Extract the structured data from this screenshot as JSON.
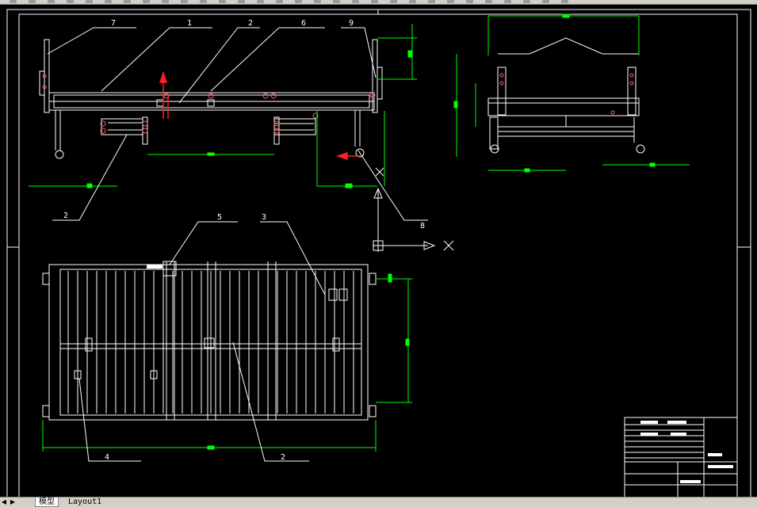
{
  "callouts": {
    "c1": "1",
    "c2a": "2",
    "c6": "6",
    "c7": "7",
    "c9": "9",
    "c2b": "2",
    "c8": "8",
    "c5": "5",
    "c3": "3",
    "c4": "4",
    "c2c": "2"
  },
  "tabs": [
    {
      "label": "模型"
    },
    {
      "label": "Layout1"
    }
  ],
  "colors": {
    "background": "#000000",
    "lines": "#ffffff",
    "dimensions": "#00ff00",
    "ucs_axis": "#ff0000"
  },
  "toolbar": {
    "icons": [
      "toolbar-icon"
    ]
  }
}
